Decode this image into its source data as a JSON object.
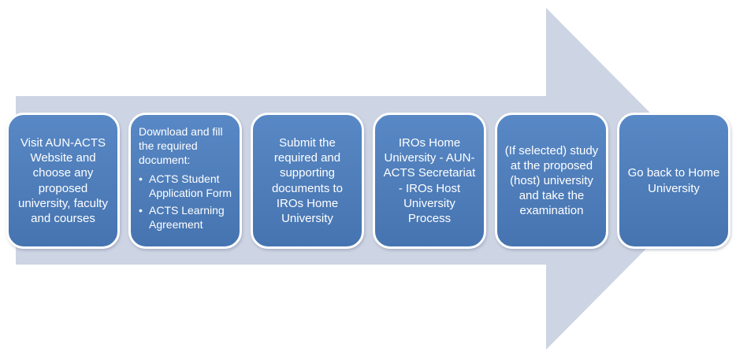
{
  "diagram": {
    "type": "process-arrow-flow",
    "colors": {
      "arrow_fill": "#cdd4e3",
      "box_fill_top": "#5888c5",
      "box_fill_bottom": "#4674b0",
      "box_border": "#ffffff",
      "text_color": "#ffffff"
    },
    "bullet_glyph": "•",
    "steps": [
      {
        "text": "Visit AUN-ACTS Website and choose any proposed university, faculty and courses"
      },
      {
        "heading": "Download and fill the required document:",
        "bullets": [
          "ACTS Student Application Form",
          "ACTS Learning Agreement"
        ]
      },
      {
        "text": "Submit the required and supporting documents to IROs Home University"
      },
      {
        "text": "IROs Home University - AUN-ACTS Secretariat - IROs Host University Process"
      },
      {
        "text": "(If selected) study at the proposed (host) university and take the examination"
      },
      {
        "text": "Go back to Home University"
      }
    ]
  }
}
